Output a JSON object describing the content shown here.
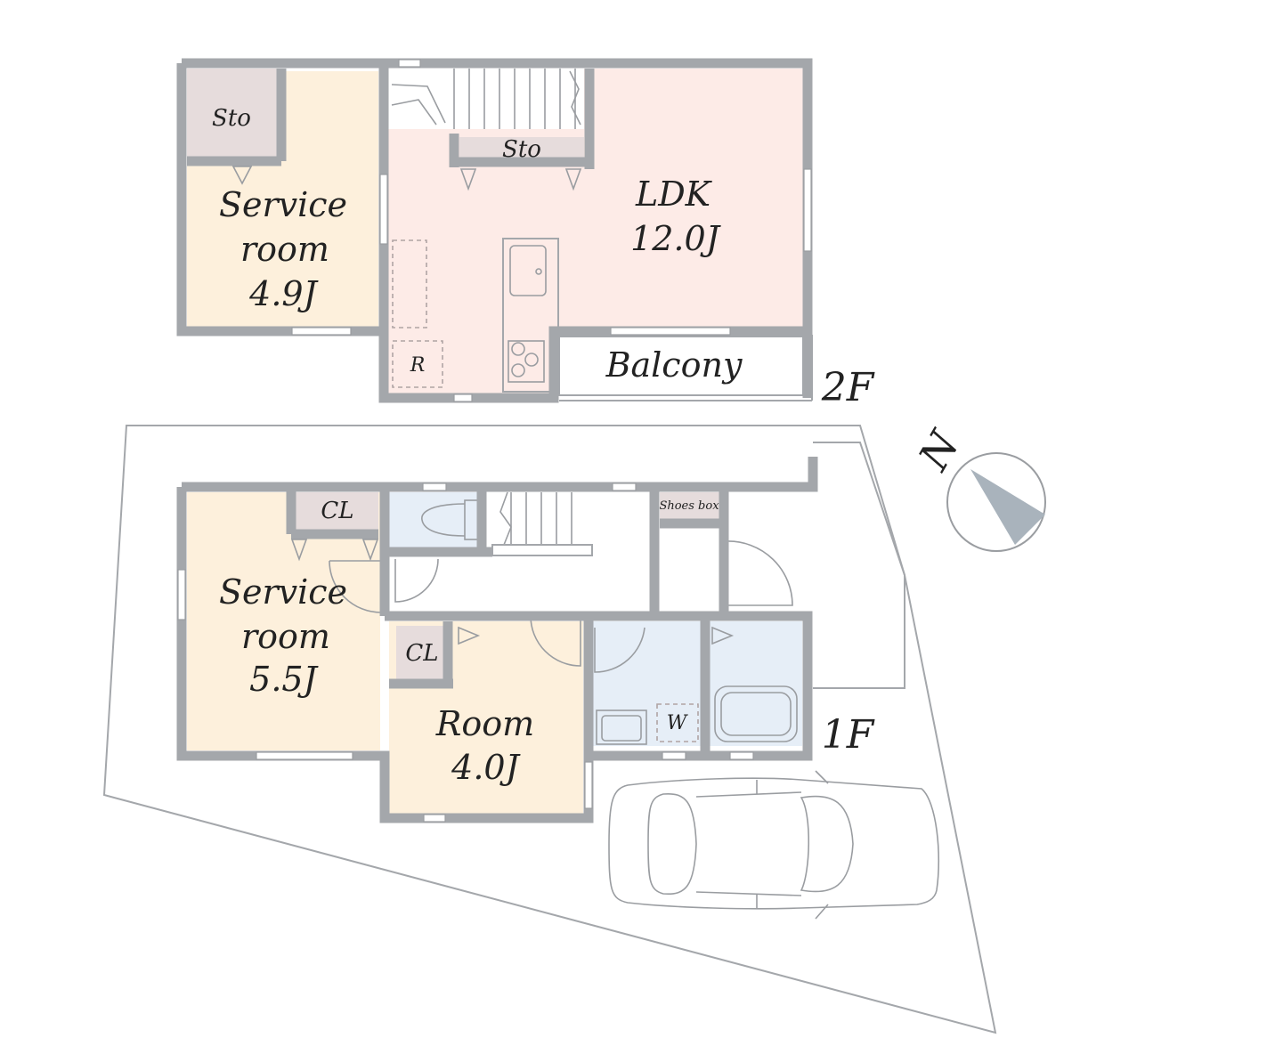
{
  "floors": {
    "second": {
      "label": "2F",
      "rooms": {
        "service_room": {
          "name": "Service",
          "name2": "room",
          "size": "4.9J"
        },
        "storage_left": "Sto",
        "storage_center": "Sto",
        "ldk": {
          "name": "LDK",
          "size": "12.0J"
        },
        "balcony": "Balcony",
        "refrigerator": "R"
      }
    },
    "first": {
      "label": "1F",
      "rooms": {
        "service_room": {
          "name": "Service",
          "name2": "room",
          "size": "5.5J"
        },
        "closet_top": "CL",
        "closet_room": "CL",
        "shoes_box": "Shoes box",
        "room": {
          "name": "Room",
          "size": "4.0J"
        },
        "washer": "W"
      }
    }
  },
  "compass": {
    "label": "N"
  },
  "colors": {
    "wall": "#a4a7ab",
    "service_room": "#fdf0dc",
    "ldk": "#fdebe7",
    "storage": "#e6dcdc",
    "wet_area": "#e6eef7",
    "compass_needle": "#a9b3bc"
  }
}
